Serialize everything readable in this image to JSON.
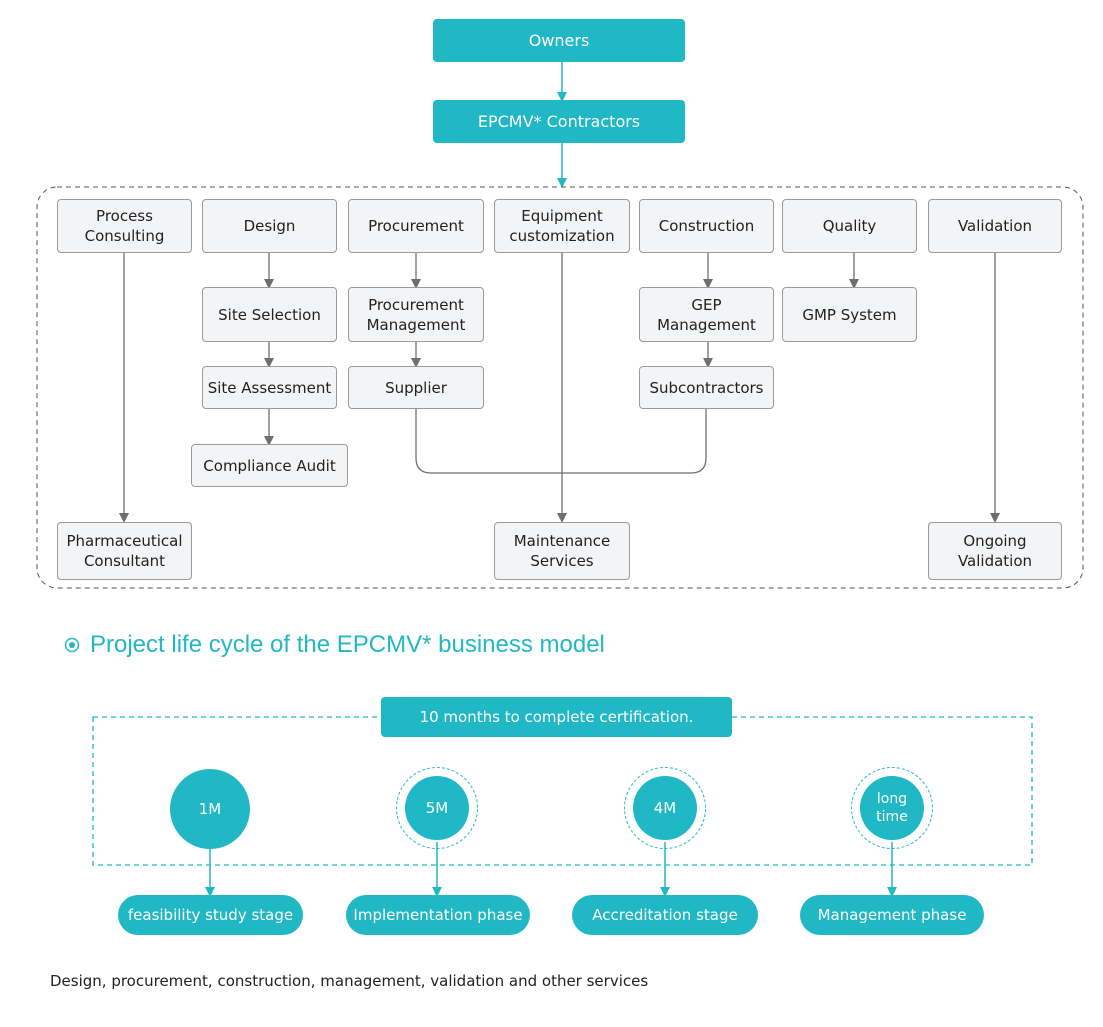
{
  "top": {
    "owners": "Owners",
    "contractors": "EPCMV* Contractors"
  },
  "columns": {
    "process_consulting": "Process\nConsulting",
    "design": "Design",
    "procurement": "Procurement",
    "equipment_customization": "Equipment\ncustomization",
    "construction": "Construction",
    "quality": "Quality",
    "validation": "Validation"
  },
  "sub": {
    "site_selection": "Site Selection",
    "site_assessment": "Site Assessment",
    "compliance_audit": "Compliance Audit",
    "procurement_management": "Procurement\nManagement",
    "supplier": "Supplier",
    "gep_management": "GEP\nManagement",
    "subcontractors": "Subcontractors",
    "gmp_system": "GMP System",
    "pharmaceutical_consultant": "Pharmaceutical\nConsultant",
    "maintenance_services": "Maintenance\nServices",
    "ongoing_validation": "Ongoing\nValidation"
  },
  "section_title": "Project life cycle of the EPCMV* business model",
  "lifecycle": {
    "banner": "10 months to complete certification.",
    "durations": [
      "1M",
      "5M",
      "4M",
      "long\ntime"
    ],
    "stages": [
      "feasibility study stage",
      "Implementation phase",
      "Accreditation stage",
      "Management phase"
    ]
  },
  "footer": "Design, procurement, construction, management, validation and other services",
  "colors": {
    "accent": "#21B8C6",
    "box_fill": "#f3f4f5",
    "box_border": "#9a9a9a",
    "connector": "#6f6f6f"
  }
}
